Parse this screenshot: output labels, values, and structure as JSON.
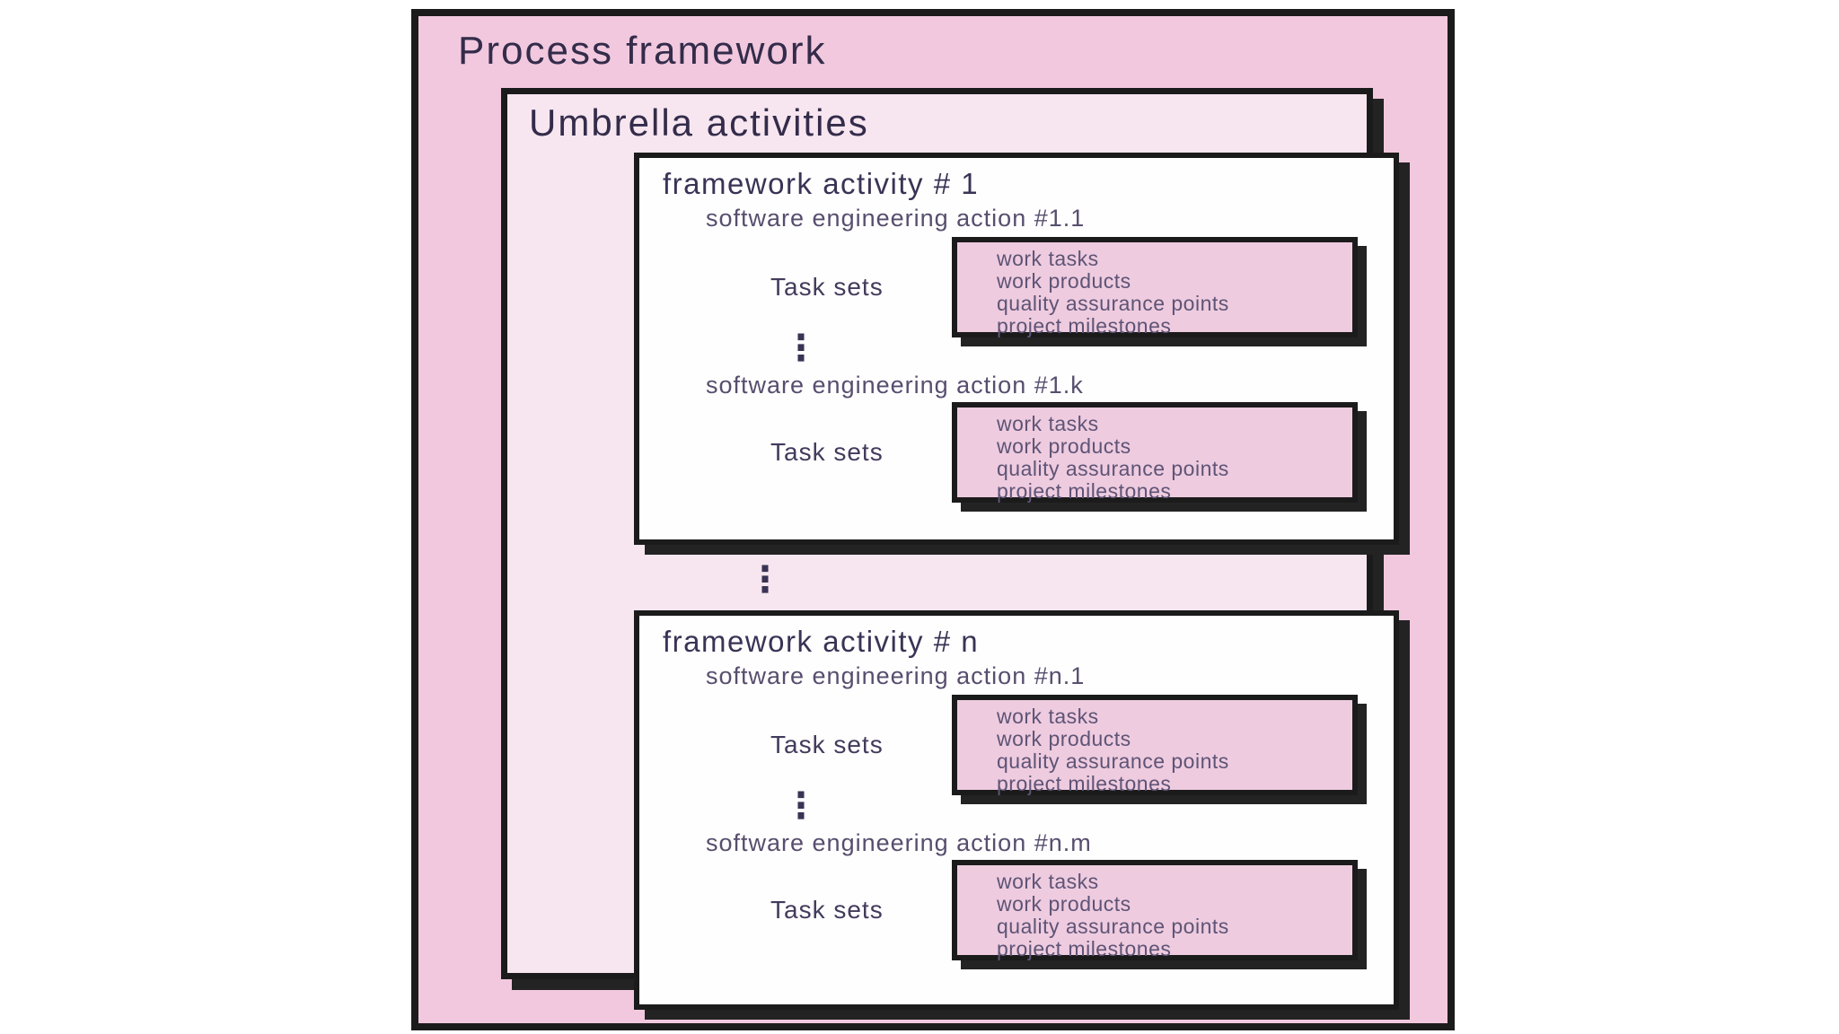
{
  "diagram": {
    "title": "Process framework",
    "subtitle": "Umbrella activities",
    "ellipsis": "⋮"
  },
  "activities": [
    {
      "title": "framework activity # 1",
      "actions": [
        {
          "label": "software engineering action #1.1",
          "task_label": "Task sets"
        },
        {
          "label": "software engineering action #1.k",
          "task_label": "Task sets"
        }
      ]
    },
    {
      "title": "framework activity # n",
      "actions": [
        {
          "label": "software engineering action #n.1",
          "task_label": "Task sets"
        },
        {
          "label": "software engineering action #n.m",
          "task_label": "Task sets"
        }
      ]
    }
  ],
  "task_box": {
    "items": [
      "work tasks",
      "work products",
      "quality assurance points",
      "project milestones"
    ]
  },
  "colors": {
    "outer_fill": "#f2c8de",
    "umbrella_fill": "#f7e6f0",
    "task_box_fill": "#eecbdf",
    "activity_fill": "#fefefe",
    "border": "#1b1b1b",
    "shadow": "#232323",
    "title_ink": "#332c4a",
    "body_ink": "#574e6e"
  }
}
